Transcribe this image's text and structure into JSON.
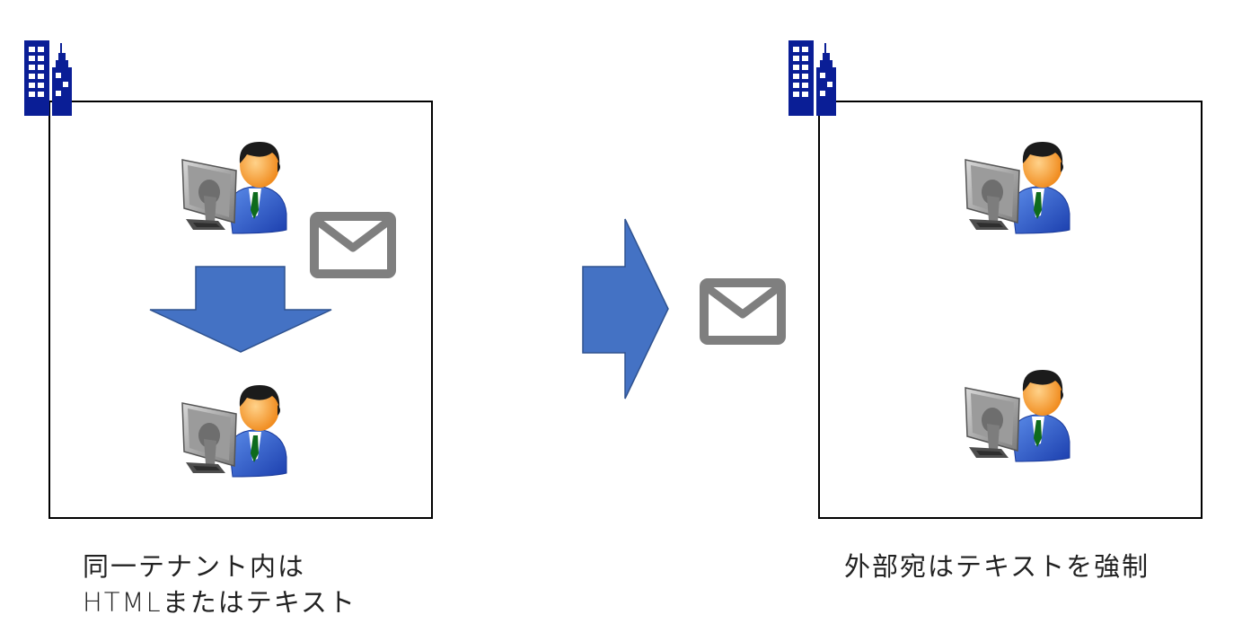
{
  "diagram": {
    "left_tenant": {
      "label_line1": "同一テナント内は",
      "label_line2": "HTMLまたはテキスト",
      "icons": [
        "building-icon",
        "user-computer-icon",
        "mail-icon",
        "down-arrow",
        "user-computer-icon"
      ]
    },
    "transfer": {
      "icons": [
        "right-arrow",
        "mail-icon"
      ]
    },
    "right_tenant": {
      "label": "外部宛はテキストを強制",
      "icons": [
        "building-icon",
        "user-computer-icon",
        "user-computer-icon"
      ]
    },
    "colors": {
      "arrow_fill": "#4472C4",
      "arrow_stroke": "#2F528F",
      "building": "#0A1E96",
      "mail": "#7F7F7F",
      "box_border": "#000000"
    }
  }
}
